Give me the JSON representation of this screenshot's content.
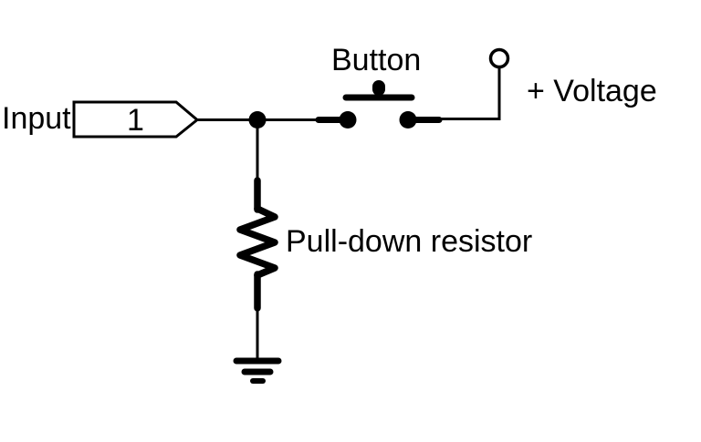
{
  "colors": {
    "background": "#ffffff",
    "ink": "#000000"
  },
  "labels": {
    "input": "Input",
    "pin_number": "1",
    "button": "Button",
    "voltage": "+ Voltage",
    "resistor": "Pull-down resistor"
  },
  "icons": {
    "input_pin": "input-pin-tag-icon",
    "junction": "junction-dot-icon",
    "pushbutton": "pushbutton-icon",
    "voltage_terminal": "voltage-terminal-icon",
    "resistor": "resistor-zigzag-icon",
    "ground": "ground-icon"
  }
}
